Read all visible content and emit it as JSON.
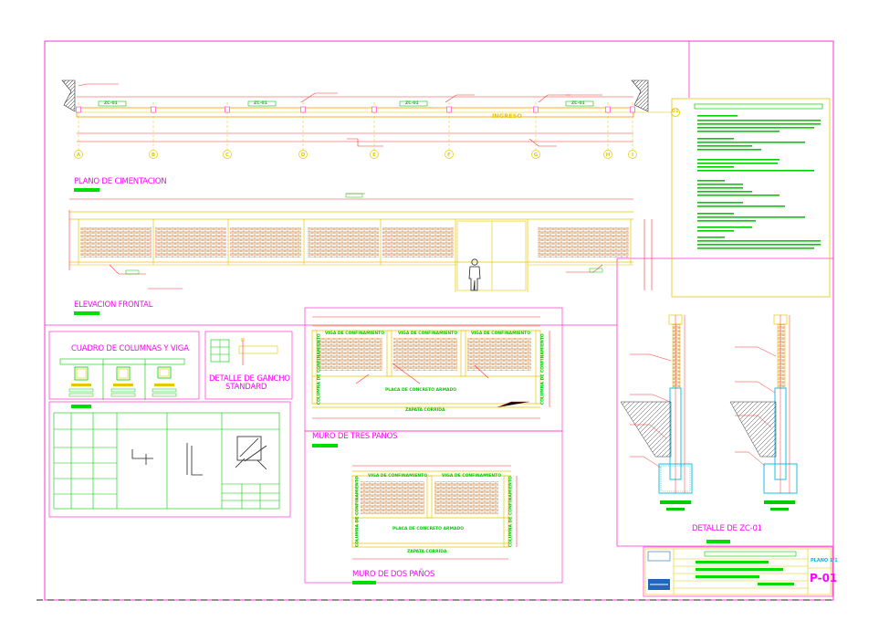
{
  "plan": {
    "cimentacion_title": "PLANO DE CIMENTACION",
    "ingreso_label": "INGRESO",
    "axes": [
      "A",
      "B",
      "C",
      "D",
      "E",
      "F",
      "G",
      "H",
      "I"
    ],
    "axis_end_label": "01",
    "beam_labels": [
      "ZC-01",
      "ZC-01",
      "ZC-01",
      "ZC-01"
    ]
  },
  "elevation": {
    "title": "ELEVACION FRONTAL"
  },
  "cuadro": {
    "title": "CUADRO DE COLUMNAS Y VIGA"
  },
  "gancho": {
    "title_line1": "DETALLE DE GANCHO",
    "title_line2": "STANDARD"
  },
  "muro_tres": {
    "title": "MURO DE TRES PAÑOS",
    "beam_label": "VIGA DE CONFINAMIENTO",
    "column_label": "COLUMNA DE CONFINAMIENTO",
    "plate_label": "PLACA DE CONCRETO ARMADO",
    "footing_label": "ZAPATA CORRIDA"
  },
  "muro_dos": {
    "title": "MURO DE DOS PAÑOS",
    "beam_label": "VIGA DE CONFINAMIENTO",
    "column_label": "COLUMNA DE CONFINAMIENTO",
    "plate_label": "PLACA DE CONCRETO ARMADO",
    "footing_label": "ZAPATA CORRIDA"
  },
  "zc01": {
    "title": "DETALLE DE ZC-01"
  },
  "title_block": {
    "sheet_label": "PLANO 1/1",
    "sheet_number": "P-01"
  },
  "colors": {
    "frame": "#ff33cc",
    "wall_line": "#e6c800",
    "brick": "#e08a3c",
    "dimension": "#ff3333",
    "green_text": "#00dd00",
    "magenta_text": "#ff00ff",
    "cyan": "#00bbdd"
  }
}
